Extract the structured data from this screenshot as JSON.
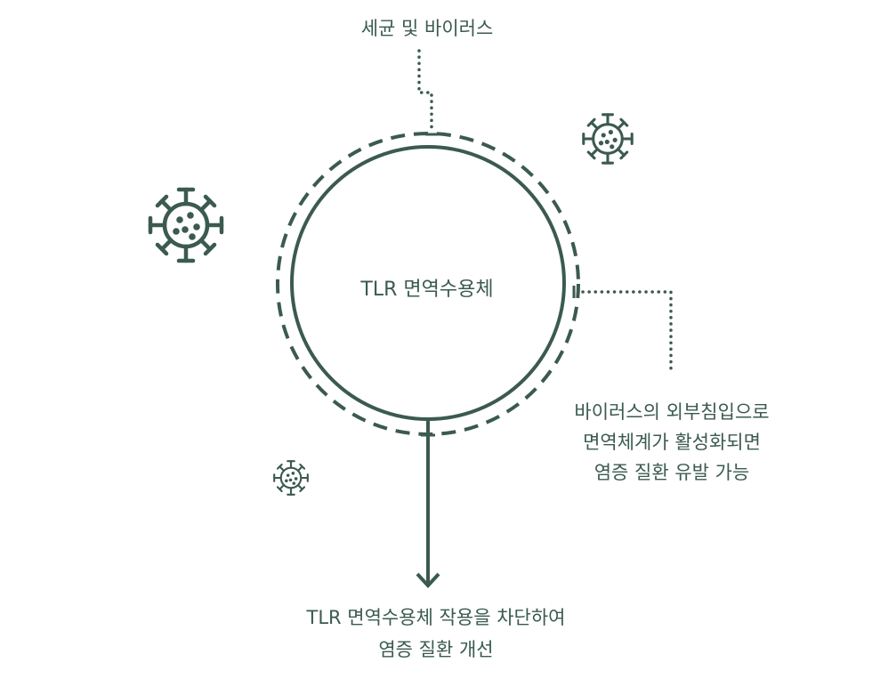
{
  "diagram": {
    "top_label": "세균 및 바이러스",
    "center_label": "TLR 면역수용체",
    "right_label": [
      "바이러스의 외부침입으로",
      "면역체계가 활성화되면",
      "염증 질환 유발 가능"
    ],
    "bottom_label": [
      "TLR 면역수용체 작용을 차단하여",
      "염증 질환 개선"
    ]
  },
  "colors": {
    "primary": "#3b5a50"
  },
  "icons": {
    "virus": "virus-icon",
    "arrow": "arrow-down-icon"
  }
}
